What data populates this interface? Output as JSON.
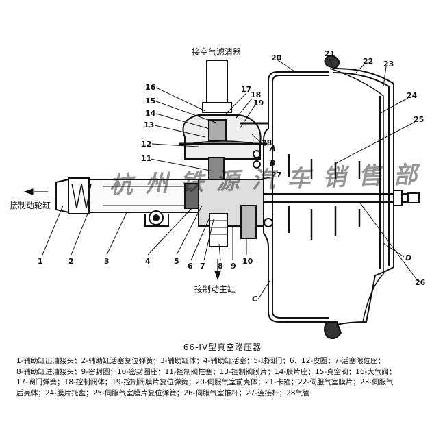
{
  "diagram": {
    "title": "66-IV型真空赠压器",
    "labels": {
      "air_filter": "接空气滤清器",
      "to_wheel_cylinder": "接制动轮缸",
      "to_master_cylinder": "接制动主缸"
    },
    "part_numbers": [
      "1",
      "2",
      "3",
      "4",
      "5",
      "6",
      "7",
      "8",
      "9",
      "10",
      "11",
      "12",
      "13",
      "14",
      "15",
      "16",
      "17",
      "18",
      "19",
      "20",
      "21",
      "22",
      "23",
      "24",
      "25",
      "26",
      "27",
      "28"
    ],
    "chamber_letters": [
      "A",
      "B",
      "C",
      "D"
    ],
    "watermark": "杭州铁源汽车销售部",
    "legend_lines": [
      "1-辅助缸出油接头；2-辅助缸活塞复位弹簧；3-辅助缸体；4-辅助缸活塞；5-球阀门；6、12-皮圈；7-活塞限位座；",
      "8-辅助缸进油接头；9-密封圈；10-密封圈座；11-控制阀柱塞；13-控制阀膜片；14-膜片座；15-真空阀；16-大气阀；",
      "17-阀门弹簧；18-控制阀体；19-控制阀膜片复位弹簧；20-伺服气室前壳体；21-卡箍；22-伺服气室膜片；23-伺服气",
      "后壳体；24-膜片托盘；25-伺服气室膜片复位弹簧；26-伺服气室推杆；27-连接杆；28气管"
    ]
  }
}
